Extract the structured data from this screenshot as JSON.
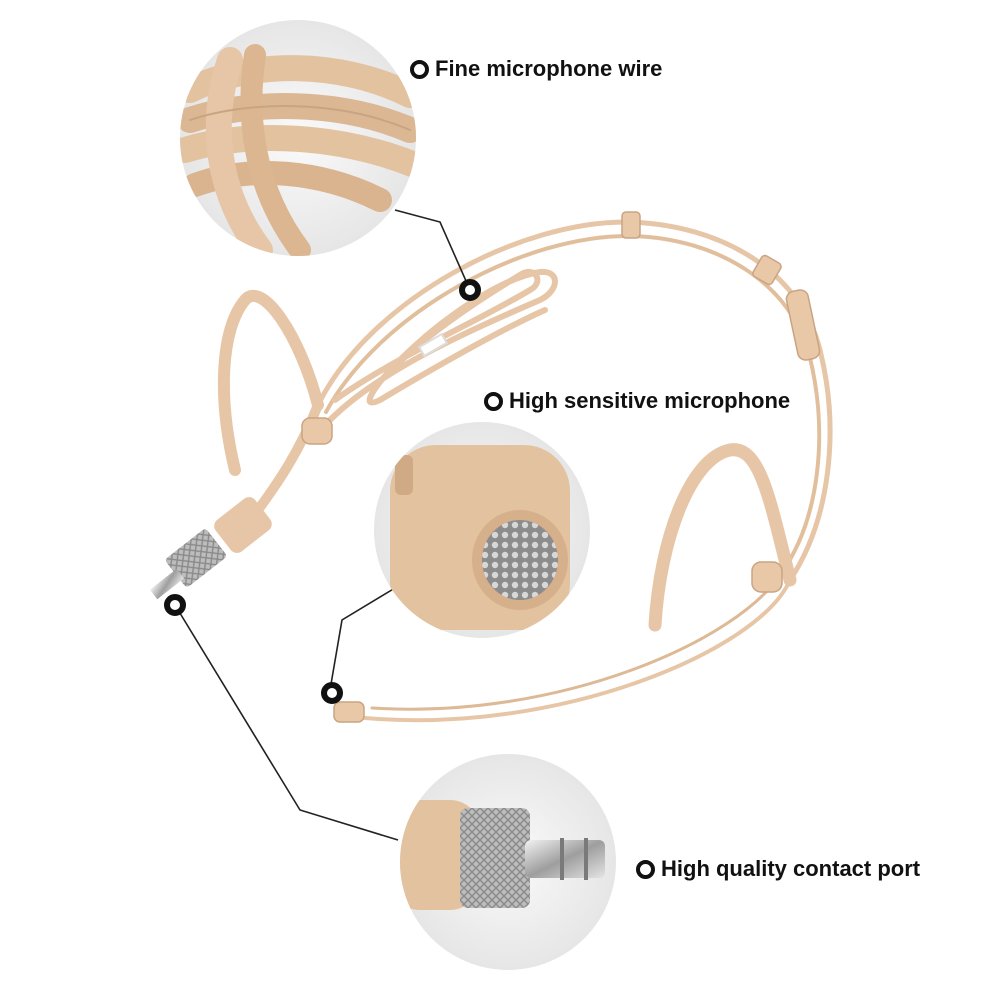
{
  "callouts": [
    {
      "label": "Fine microphone wire",
      "icon": "ring-bullet-icon"
    },
    {
      "label": "High sensitive microphone",
      "icon": "ring-bullet-icon"
    },
    {
      "label": "High quality contact port",
      "icon": "ring-bullet-icon"
    }
  ],
  "colors": {
    "background": "#ffffff",
    "cable": "#e6c6a6",
    "cable_shadow": "#c9a483",
    "lens_bg": "#eeeeee",
    "metal": "#c8c8c8",
    "text": "#111111"
  }
}
